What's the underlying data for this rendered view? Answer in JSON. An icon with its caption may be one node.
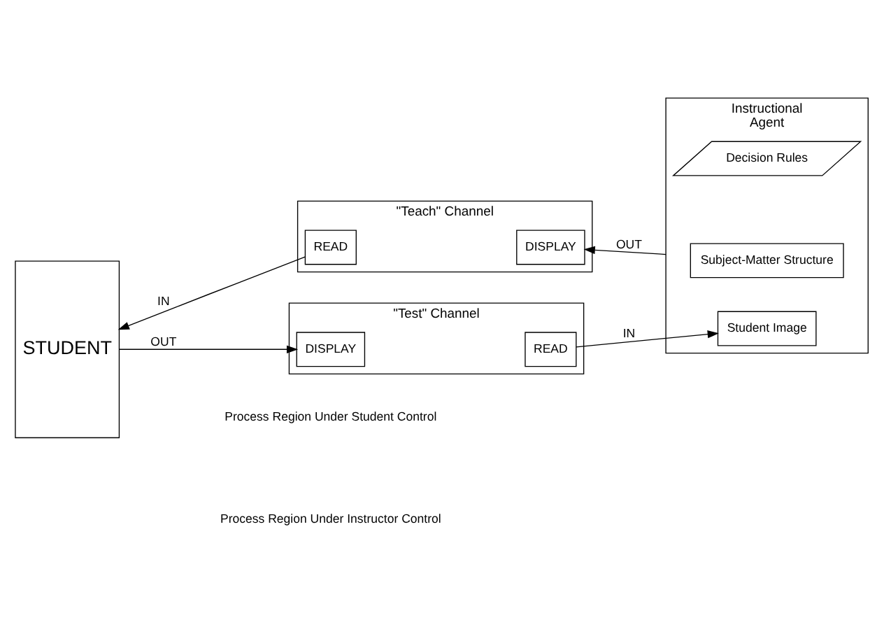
{
  "diagram": {
    "nodes": [
      {
        "text": [
          "STUDENT"
        ]
      },
      {
        "text": [
          "\"Teach\" Channel"
        ]
      },
      {
        "text": [
          "READ"
        ],
        "in": 1
      },
      {
        "text": [
          "DISPLAY"
        ],
        "in": 1
      },
      {
        "text": [
          "\"Test\" Channel"
        ]
      },
      {
        "text": [
          "DISPLAY"
        ],
        "in": 4
      },
      {
        "text": [
          "READ"
        ],
        "in": 4
      },
      {
        "text": [
          "Instructional",
          "Agent"
        ]
      },
      {
        "text": [
          "Subject-Matter Structure"
        ],
        "in": 7
      },
      {
        "text": [
          "Decision Rules"
        ],
        "in": 7
      },
      {
        "text": [
          "Student Image"
        ],
        "in": 7
      }
    ],
    "edges": [
      {
        "from": 7,
        "to": 3,
        "arrow": "to",
        "label": "OUT"
      },
      {
        "from": 2,
        "to": 0,
        "arrow": "to",
        "label": "IN"
      },
      {
        "from": 0,
        "to": 5,
        "arrow": "to",
        "label": "OUT"
      },
      {
        "from": 6,
        "to": 10,
        "arrow": "to",
        "label": "IN"
      }
    ],
    "labels": [
      "Process Region Under Student Control",
      "Process Region Under Instructor Control"
    ]
  }
}
